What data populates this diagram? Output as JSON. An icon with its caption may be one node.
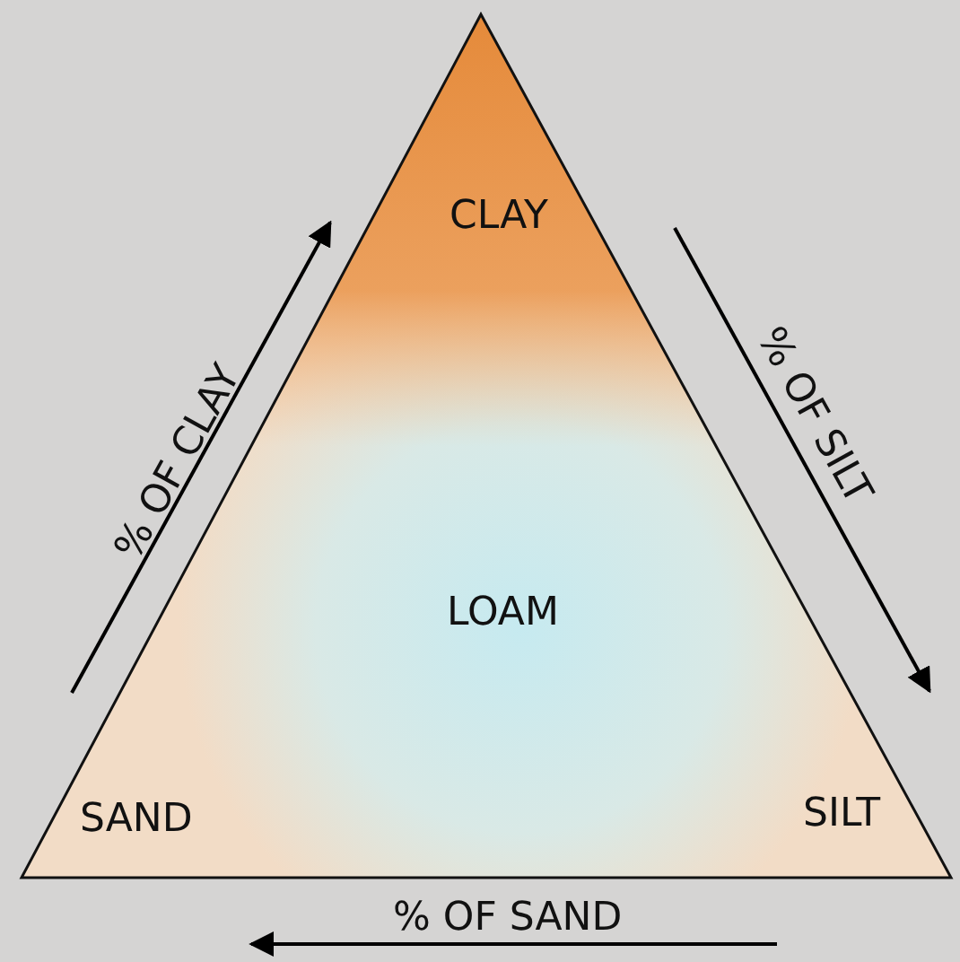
{
  "diagram": {
    "labels": [
      "CLAY",
      "% OF CLAY",
      "% OF SILT",
      "LOAM",
      "SAND",
      "SILT",
      "% OF SAND"
    ]
  }
}
